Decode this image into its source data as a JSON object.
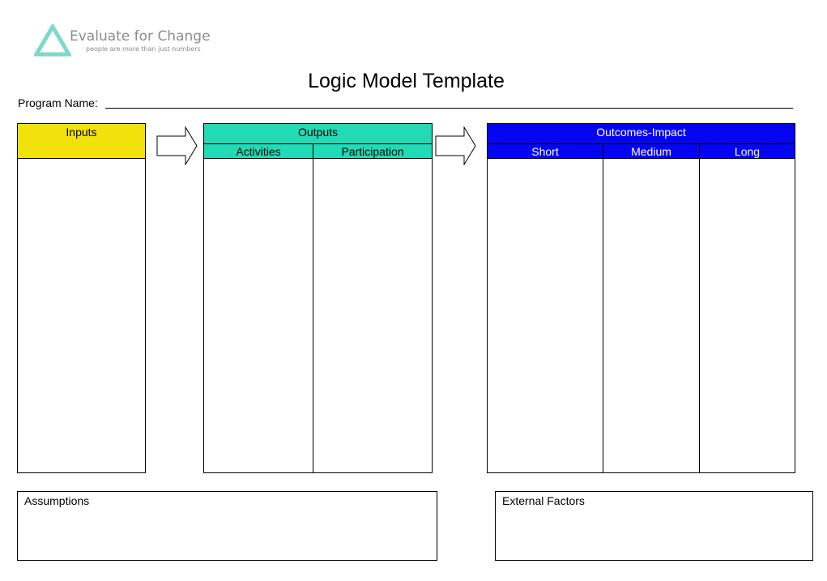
{
  "logo": {
    "name": "Evaluate for Change",
    "tagline": "people are more than just numbers",
    "color": "#7fd9c9"
  },
  "title": "Logic Model Template",
  "program": {
    "label": "Program Name:",
    "value": ""
  },
  "inputs": {
    "label": "Inputs",
    "color": "#f2e20c"
  },
  "outputs": {
    "label": "Outputs",
    "color": "#22dab5",
    "columns": [
      "Activities",
      "Participation"
    ]
  },
  "outcomes": {
    "label": "Outcomes-Impact",
    "color": "#0505f3",
    "columns": [
      "Short",
      "Medium",
      "Long"
    ]
  },
  "assumptions": {
    "label": "Assumptions"
  },
  "external_factors": {
    "label": "External Factors"
  }
}
